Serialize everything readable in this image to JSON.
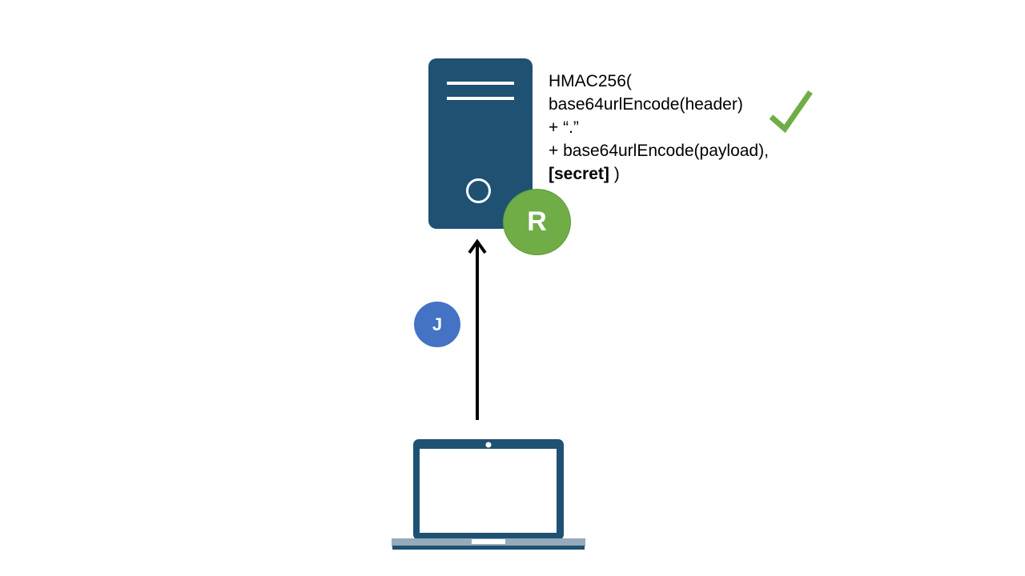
{
  "server": {
    "color": "#1f5173",
    "icon": "server-icon"
  },
  "badge_r": {
    "label": "R",
    "color": "#70ad47"
  },
  "badge_j": {
    "label": "J",
    "color": "#4472c4"
  },
  "formula": {
    "line1": "HMAC256(",
    "line2": "base64urlEncode(header)",
    "line3": "+ “.”",
    "line4": "+ base64urlEncode(payload),",
    "line5_bold": "[secret]",
    "line5_rest": " )"
  },
  "checkmark": {
    "icon": "checkmark-icon",
    "color": "#70ad47"
  },
  "arrow": {
    "icon": "arrow-up-icon",
    "color": "#000000"
  },
  "laptop": {
    "icon": "laptop-icon",
    "color": "#1f5173"
  }
}
